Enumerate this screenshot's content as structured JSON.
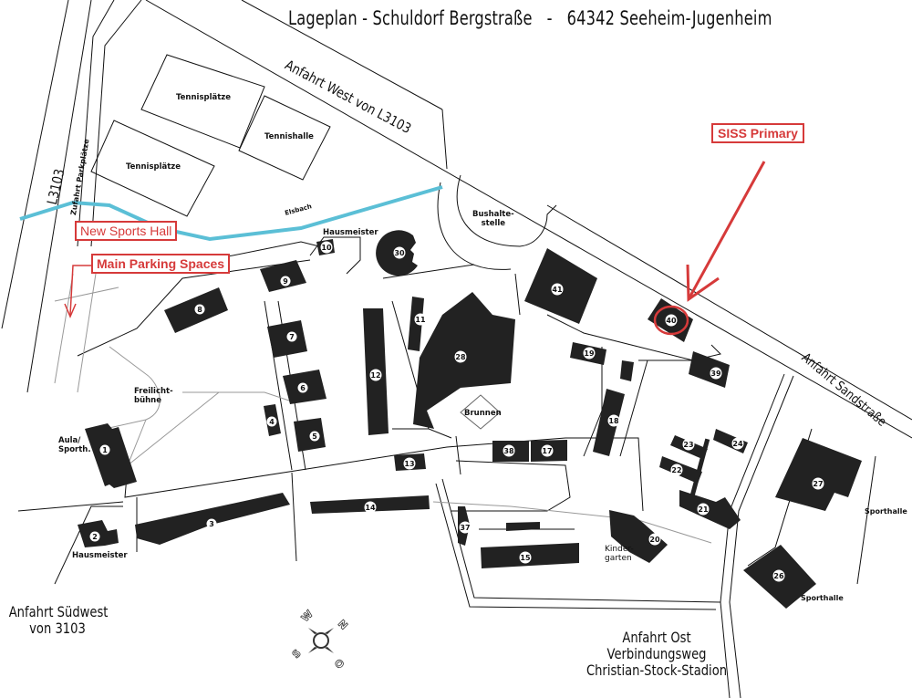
{
  "title": "Lageplan - Schuldorf Bergstraße   -   64342 Seeheim-Jugenheim",
  "roads": {
    "west": "Anfahrt West von L3103",
    "l3103": "L3103",
    "parking_access": "Zufahrt Parkplätze",
    "sandstrasse": "Anfahrt Sandstraße",
    "southwest": "Anfahrt Südwest\nvon 3103",
    "east": "Anfahrt Ost\nVerbindungsweg\nChristian-Stock-Stadion"
  },
  "areas": {
    "tennis_courts_1": "Tennisplätze",
    "tennis_courts_2": "Tennisplätze",
    "tennis_hall": "Tennishalle",
    "creek": "Elsbach",
    "caretaker_north": "Hausmeister",
    "caretaker_south": "Hausmeister",
    "bus_stop": "Bushalte-\nstelle",
    "open_air_stage": "Freilicht-\nbühne",
    "aula": "Aula/\nSporth.",
    "fountain": "Brunnen",
    "kindergarten": "Kinder-\ngarten",
    "sports_hall_27": "Sporthalle",
    "sports_hall_26": "Sporthalle"
  },
  "annotations": {
    "new_sports_hall": "New Sports Hall",
    "main_parking": "Main Parking Spaces",
    "siss_primary": "SISS Primary",
    "highlighted_building": "40",
    "accent_color": "#d63a3a"
  },
  "compass": {
    "n": "N",
    "o": "O",
    "s": "S",
    "w": "W"
  },
  "buildings": [
    "1",
    "2",
    "3",
    "4",
    "5",
    "6",
    "7",
    "8",
    "9",
    "10",
    "11",
    "12",
    "13",
    "14",
    "15",
    "17",
    "18",
    "19",
    "20",
    "21",
    "22",
    "23",
    "24",
    "26",
    "27",
    "28",
    "30",
    "37",
    "38",
    "39",
    "40",
    "41"
  ],
  "colors": {
    "building": "#222222",
    "creek": "#5bbfd6",
    "annotation": "#d63a3a"
  }
}
